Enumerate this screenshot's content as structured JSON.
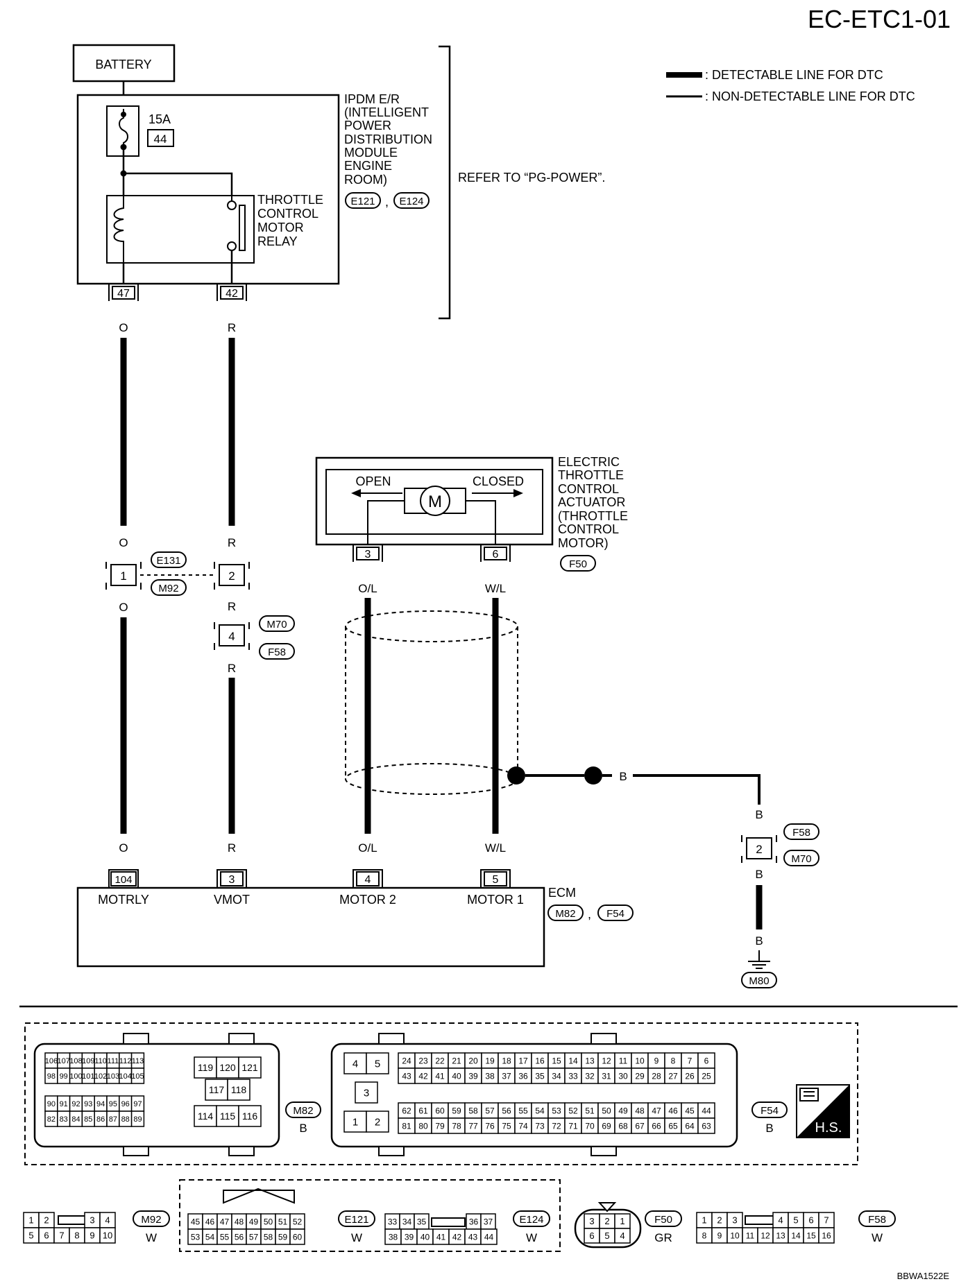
{
  "page_id": "EC-ETC1-01",
  "figure_code": "BBWA1522E",
  "legend": {
    "detectable": ": DETECTABLE LINE FOR DTC",
    "non_detectable": ": NON-DETECTABLE LINE FOR DTC"
  },
  "battery_label": "BATTERY",
  "fuse": {
    "rating": "15A",
    "number": "44"
  },
  "ipdm": {
    "lines": [
      "IPDM E/R",
      "(INTELLIGENT",
      "POWER",
      "DISTRIBUTION",
      "MODULE",
      "ENGINE",
      "ROOM)"
    ],
    "connectors": [
      "E121",
      "E124"
    ],
    "connector_sep": ","
  },
  "refer_note": "REFER TO “PG-POWER”.",
  "relay_label": [
    "THROTTLE",
    "CONTROL",
    "MOTOR",
    "RELAY"
  ],
  "ipdm_terminals": [
    "47",
    "42"
  ],
  "wire_colors": {
    "o": "O",
    "r": "R",
    "ol": "O/L",
    "wl": "W/L",
    "b": "B"
  },
  "joint_connector": {
    "pins": [
      "1",
      "2"
    ],
    "ids": [
      "E131",
      "M92"
    ]
  },
  "relay_connector": {
    "pin": "4",
    "ids": [
      "M70",
      "F58"
    ]
  },
  "actuator": {
    "lines": [
      "ELECTRIC",
      "THROTTLE",
      "CONTROL",
      "ACTUATOR",
      "(THROTTLE",
      "CONTROL",
      "MOTOR)"
    ],
    "connector": "F50",
    "open": "OPEN",
    "closed": "CLOSED",
    "motor": "M",
    "pins": [
      "3",
      "6"
    ]
  },
  "ground_connector": {
    "pin": "2",
    "ids": [
      "F58",
      "M70"
    ]
  },
  "ground": "M80",
  "ecm": {
    "label": "ECM",
    "connectors": [
      "M82",
      "F54"
    ],
    "connector_sep": ",",
    "terminals": [
      "104",
      "3",
      "4",
      "5"
    ],
    "names": [
      "MOTRLY",
      "VMOT",
      "MOTOR 2",
      "MOTOR 1"
    ]
  },
  "m82_face": {
    "id": "M82",
    "color": "B",
    "rows_left": [
      [
        "106",
        "107",
        "108",
        "109",
        "110",
        "111",
        "112",
        "113"
      ],
      [
        "98",
        "99",
        "100",
        "101",
        "102",
        "103",
        "104",
        "105"
      ],
      [
        "90",
        "91",
        "92",
        "93",
        "94",
        "95",
        "96",
        "97"
      ],
      [
        "82",
        "83",
        "84",
        "85",
        "86",
        "87",
        "88",
        "89"
      ]
    ],
    "block_right": [
      "119",
      "120",
      "121",
      "117",
      "118",
      "114",
      "115",
      "116"
    ]
  },
  "f54_face": {
    "id": "F54",
    "color": "B",
    "left_block": [
      "4",
      "5",
      "3",
      "1",
      "2"
    ],
    "rows": [
      [
        "24",
        "23",
        "22",
        "21",
        "20",
        "19",
        "18",
        "17",
        "16",
        "15",
        "14",
        "13",
        "12",
        "11",
        "10",
        "9",
        "8",
        "7",
        "6"
      ],
      [
        "43",
        "42",
        "41",
        "40",
        "39",
        "38",
        "37",
        "36",
        "35",
        "34",
        "33",
        "32",
        "31",
        "30",
        "29",
        "28",
        "27",
        "26",
        "25"
      ],
      [
        "62",
        "61",
        "60",
        "59",
        "58",
        "57",
        "56",
        "55",
        "54",
        "53",
        "52",
        "51",
        "50",
        "49",
        "48",
        "47",
        "46",
        "45",
        "44"
      ],
      [
        "81",
        "80",
        "79",
        "78",
        "77",
        "76",
        "75",
        "74",
        "73",
        "72",
        "71",
        "70",
        "69",
        "68",
        "67",
        "66",
        "65",
        "64",
        "63"
      ]
    ]
  },
  "hs_badge": "H.S.",
  "small_connectors": [
    {
      "id": "M92",
      "color": "W",
      "top": [
        "1",
        "2",
        "",
        "3",
        "4"
      ],
      "bottom": [
        "5",
        "6",
        "7",
        "8",
        "9",
        "10"
      ]
    },
    {
      "id": "E121",
      "color": "W",
      "top": [
        "45",
        "46",
        "47",
        "48",
        "49",
        "50",
        "51",
        "52"
      ],
      "bottom": [
        "53",
        "54",
        "55",
        "56",
        "57",
        "58",
        "59",
        "60"
      ]
    },
    {
      "id": "E124",
      "color": "W",
      "top": [
        "33",
        "34",
        "35",
        "",
        "36",
        "37"
      ],
      "bottom": [
        "38",
        "39",
        "40",
        "41",
        "42",
        "43",
        "44"
      ]
    },
    {
      "id": "F50",
      "color": "GR",
      "top": [
        "3",
        "2",
        "1"
      ],
      "bottom": [
        "6",
        "5",
        "4"
      ]
    },
    {
      "id": "F58",
      "color": "W",
      "top": [
        "1",
        "2",
        "3",
        "",
        "4",
        "5",
        "6",
        "7"
      ],
      "bottom": [
        "8",
        "9",
        "10",
        "11",
        "12",
        "13",
        "14",
        "15",
        "16"
      ]
    }
  ]
}
